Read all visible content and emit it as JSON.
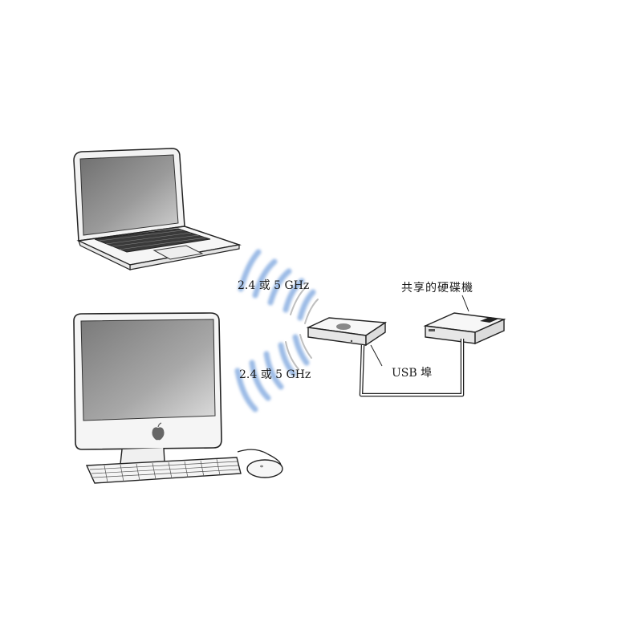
{
  "labels": {
    "freq_top": "2.4 或 5 GHz",
    "freq_bottom": "2.4 或 5 GHz",
    "shared_disk": "共享的硬碟機",
    "usb_port": "USB 埠"
  },
  "colors": {
    "wave": "#8fb3e0",
    "wave_core": "#5e88c8",
    "line": "#222222",
    "screen_dark": "#7e7e7e",
    "screen_light": "#cfcfcf",
    "device_fill": "#f4f4f4"
  },
  "icons": [
    "laptop-icon",
    "desktop-icon",
    "keyboard-icon",
    "mouse-icon",
    "base-station-icon",
    "hard-drive-icon",
    "wireless-wave-icon",
    "apple-logo-icon"
  ]
}
